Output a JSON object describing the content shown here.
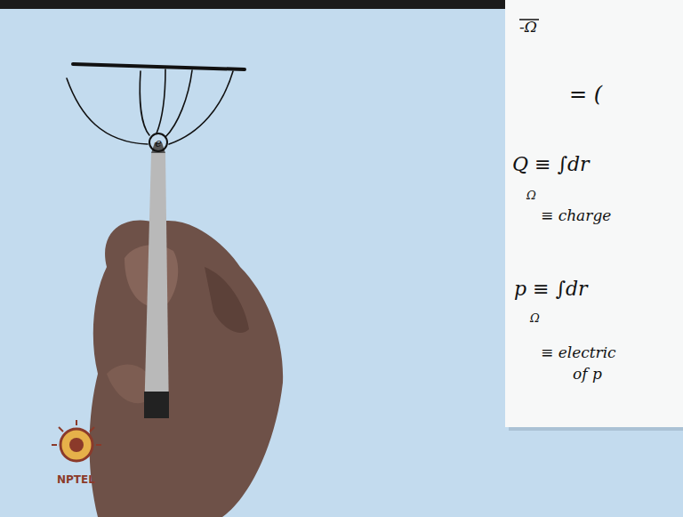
{
  "diagram": {
    "nodes": [
      {
        "text": [
          "e"
        ]
      }
    ],
    "labels": [
      "-Ω",
      "= (",
      "Q ≡ ∫dr",
      "Ω",
      "≡ charge",
      "p ≡ ∫dr",
      "Ω",
      "≡ electric",
      "of p",
      "NPTEL"
    ]
  }
}
